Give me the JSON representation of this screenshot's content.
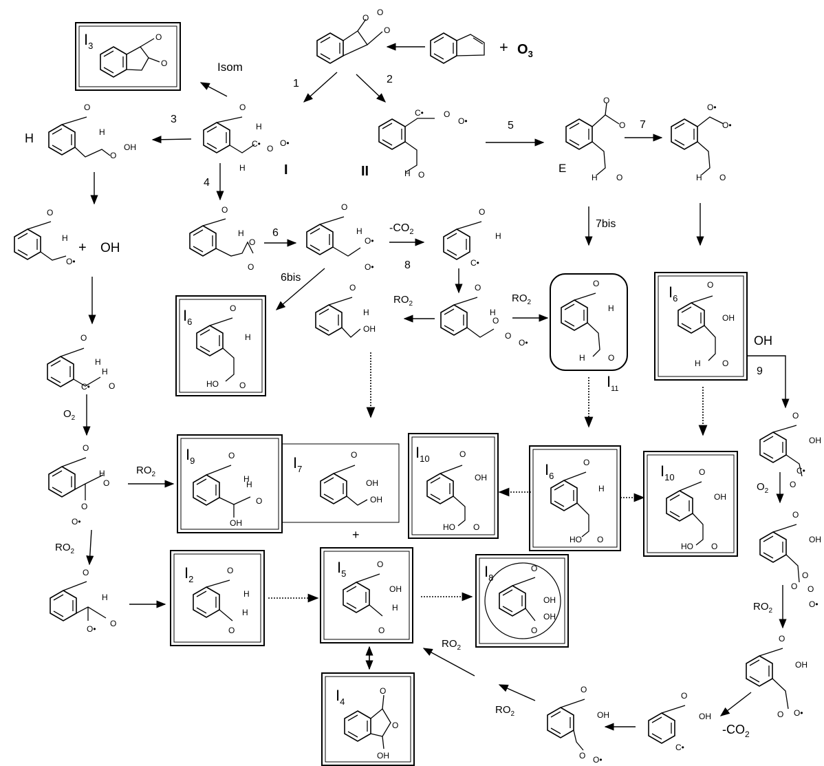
{
  "reagents": {
    "plus": "+",
    "ozone": "O",
    "ozone_sub": "3"
  },
  "steps": {
    "isom": "Isom",
    "s1": "1",
    "s2": "2",
    "s3": "3",
    "s4": "4",
    "s5": "5",
    "s6": "6",
    "s6bis": "6bis",
    "s7": "7",
    "s7bis": "7bis",
    "s8": "8",
    "s9": "9",
    "minus_co2": "-CO",
    "co2_sub": "2"
  },
  "species": {
    "I": "I",
    "II": "II",
    "E": "E",
    "H": "H",
    "OH_radical": "OH",
    "OH": "OH",
    "O2": "O",
    "O2_sub": "2",
    "RO2": "RO",
    "RO2_sub": "2",
    "plus2": "+"
  },
  "boxes": {
    "I3": "3",
    "I6a": "6",
    "I6b": "6",
    "I6c": "6",
    "I9": "9",
    "I7": "7",
    "I10a": "10",
    "I10b": "10",
    "I2": "2",
    "I5": "5",
    "I8": "8",
    "I4": "4",
    "I11": "11",
    "I": "I"
  },
  "atoms": {
    "O": "O",
    "H": "H",
    "OH": "OH",
    "HO": "HO",
    "Odot": "O•",
    "Cdot": "C•"
  }
}
